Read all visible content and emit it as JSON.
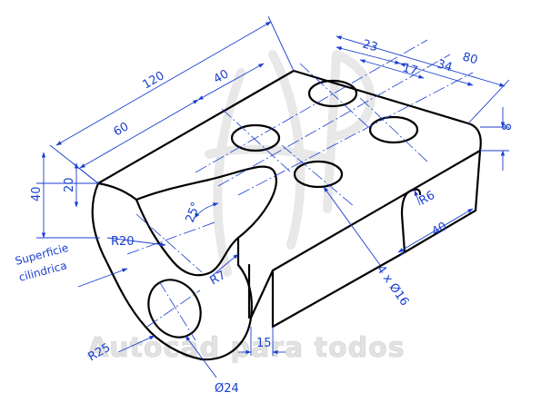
{
  "diagram": {
    "watermark": "Autocad para todos",
    "dimensions": {
      "d120": "120",
      "d80": "80",
      "d60": "60",
      "d40_top": "40",
      "d23": "23",
      "d17": "17",
      "d34": "34",
      "d8": "8",
      "d40_left": "40",
      "d20": "20",
      "d25deg": "25°",
      "r20": "R20",
      "r7": "R7",
      "r6": "R6",
      "d40_right": "40",
      "holes": "4 x Ø16",
      "d15": "15",
      "r25": "R25",
      "dia24": "Ø24"
    },
    "notes": {
      "surface_line1": "Superficie",
      "surface_line2": "cilindrica"
    },
    "colors": {
      "dimension": "#1a3fd0",
      "object": "#000000",
      "watermark": "#d8d8d8"
    }
  }
}
